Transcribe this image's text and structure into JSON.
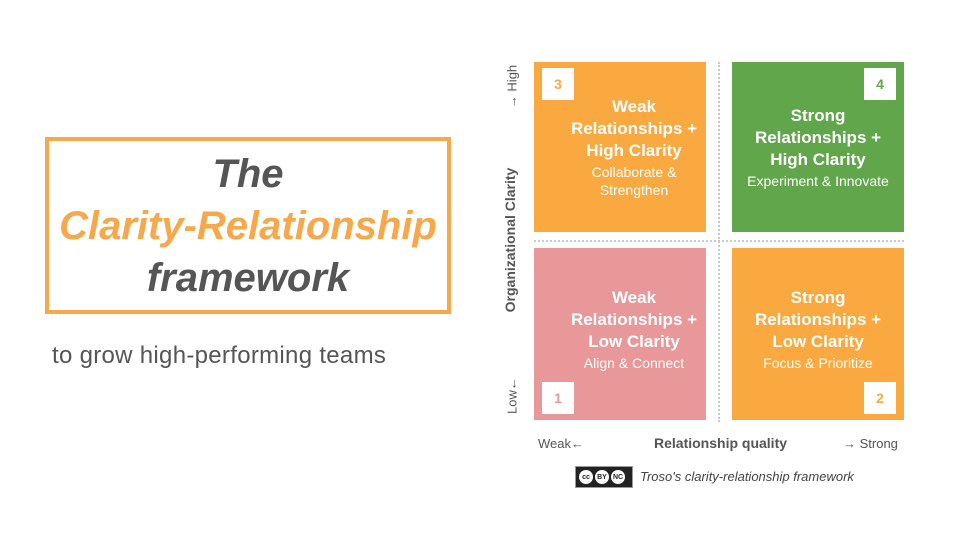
{
  "title": {
    "line1": "The",
    "line2": "Clarity-Relationship",
    "line3": "framework"
  },
  "subtitle": "to grow high-performing teams",
  "colors": {
    "accent": "#f6a84a",
    "green": "#61a64b",
    "pink": "#e89898",
    "text": "#555555"
  },
  "quadrants": [
    {
      "number": "3",
      "title": "Weak Relationships + High Clarity",
      "subtitle": "Collaborate & Strengthen",
      "color": "#f9a93f"
    },
    {
      "number": "4",
      "title": "Strong Relationships + High Clarity",
      "subtitle": "Experiment & Innovate",
      "color": "#61a64b"
    },
    {
      "number": "1",
      "title": "Weak Relationships + Low Clarity",
      "subtitle": "Align & Connect",
      "color": "#e89898"
    },
    {
      "number": "2",
      "title": "Strong Relationships + Low Clarity",
      "subtitle": "Focus & Prioritize",
      "color": "#f9a93f"
    }
  ],
  "axes": {
    "y_title": "Organizational Clarity",
    "y_high": "→ High",
    "y_low": "Low←",
    "x_title": "Relationship quality",
    "x_weak": "Weak←",
    "x_strong": "→ Strong"
  },
  "license": {
    "icon": "cc-by-nc-icon",
    "label_cc": "cc",
    "label_by": "BY",
    "label_nc": "NC"
  },
  "caption": "Troso's clarity-relationship framework"
}
